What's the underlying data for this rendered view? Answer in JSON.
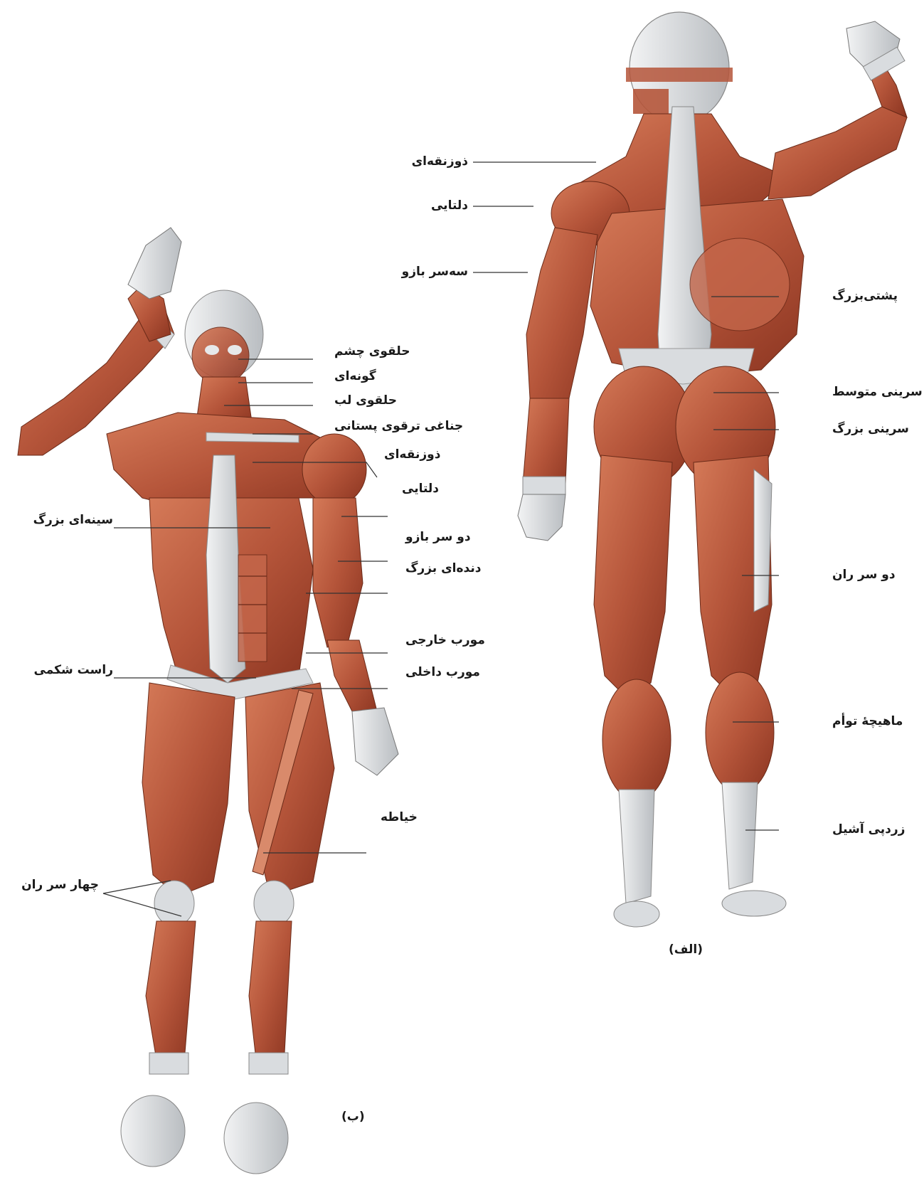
{
  "figure": {
    "back_caption": "(الف)",
    "front_caption": "(ب)",
    "back_labels": [
      "ذوزنقه‌ای",
      "دلتایی",
      "سه‌سر بازو",
      "پشتی‌بزرگ",
      "سرینی متوسط",
      "سرینی بزرگ",
      "دو سر ران",
      "ماهیچۀ توأم",
      "زردپی آشیل"
    ],
    "front_labels": [
      "حلقوی چشم",
      "گونه‌ای",
      "حلقوی لب",
      "جناغی ترقوی پستانی",
      "ذوزنقه‌ای",
      "دلتایی",
      "سینه‌ای بزرگ",
      "دو سر بازو",
      "دنده‌ای بزرگ",
      "مورب خارجی",
      "راست شکمی",
      "مورب داخلی",
      "خیاطه",
      "چهار سر ران"
    ]
  },
  "colors": {
    "muscle": "#b5553a",
    "muscle_dark": "#8a3420",
    "muscle_light": "#d98a6b",
    "tendon": "#d9dcdf",
    "bone": "#c8cbce",
    "line": "#333333"
  }
}
